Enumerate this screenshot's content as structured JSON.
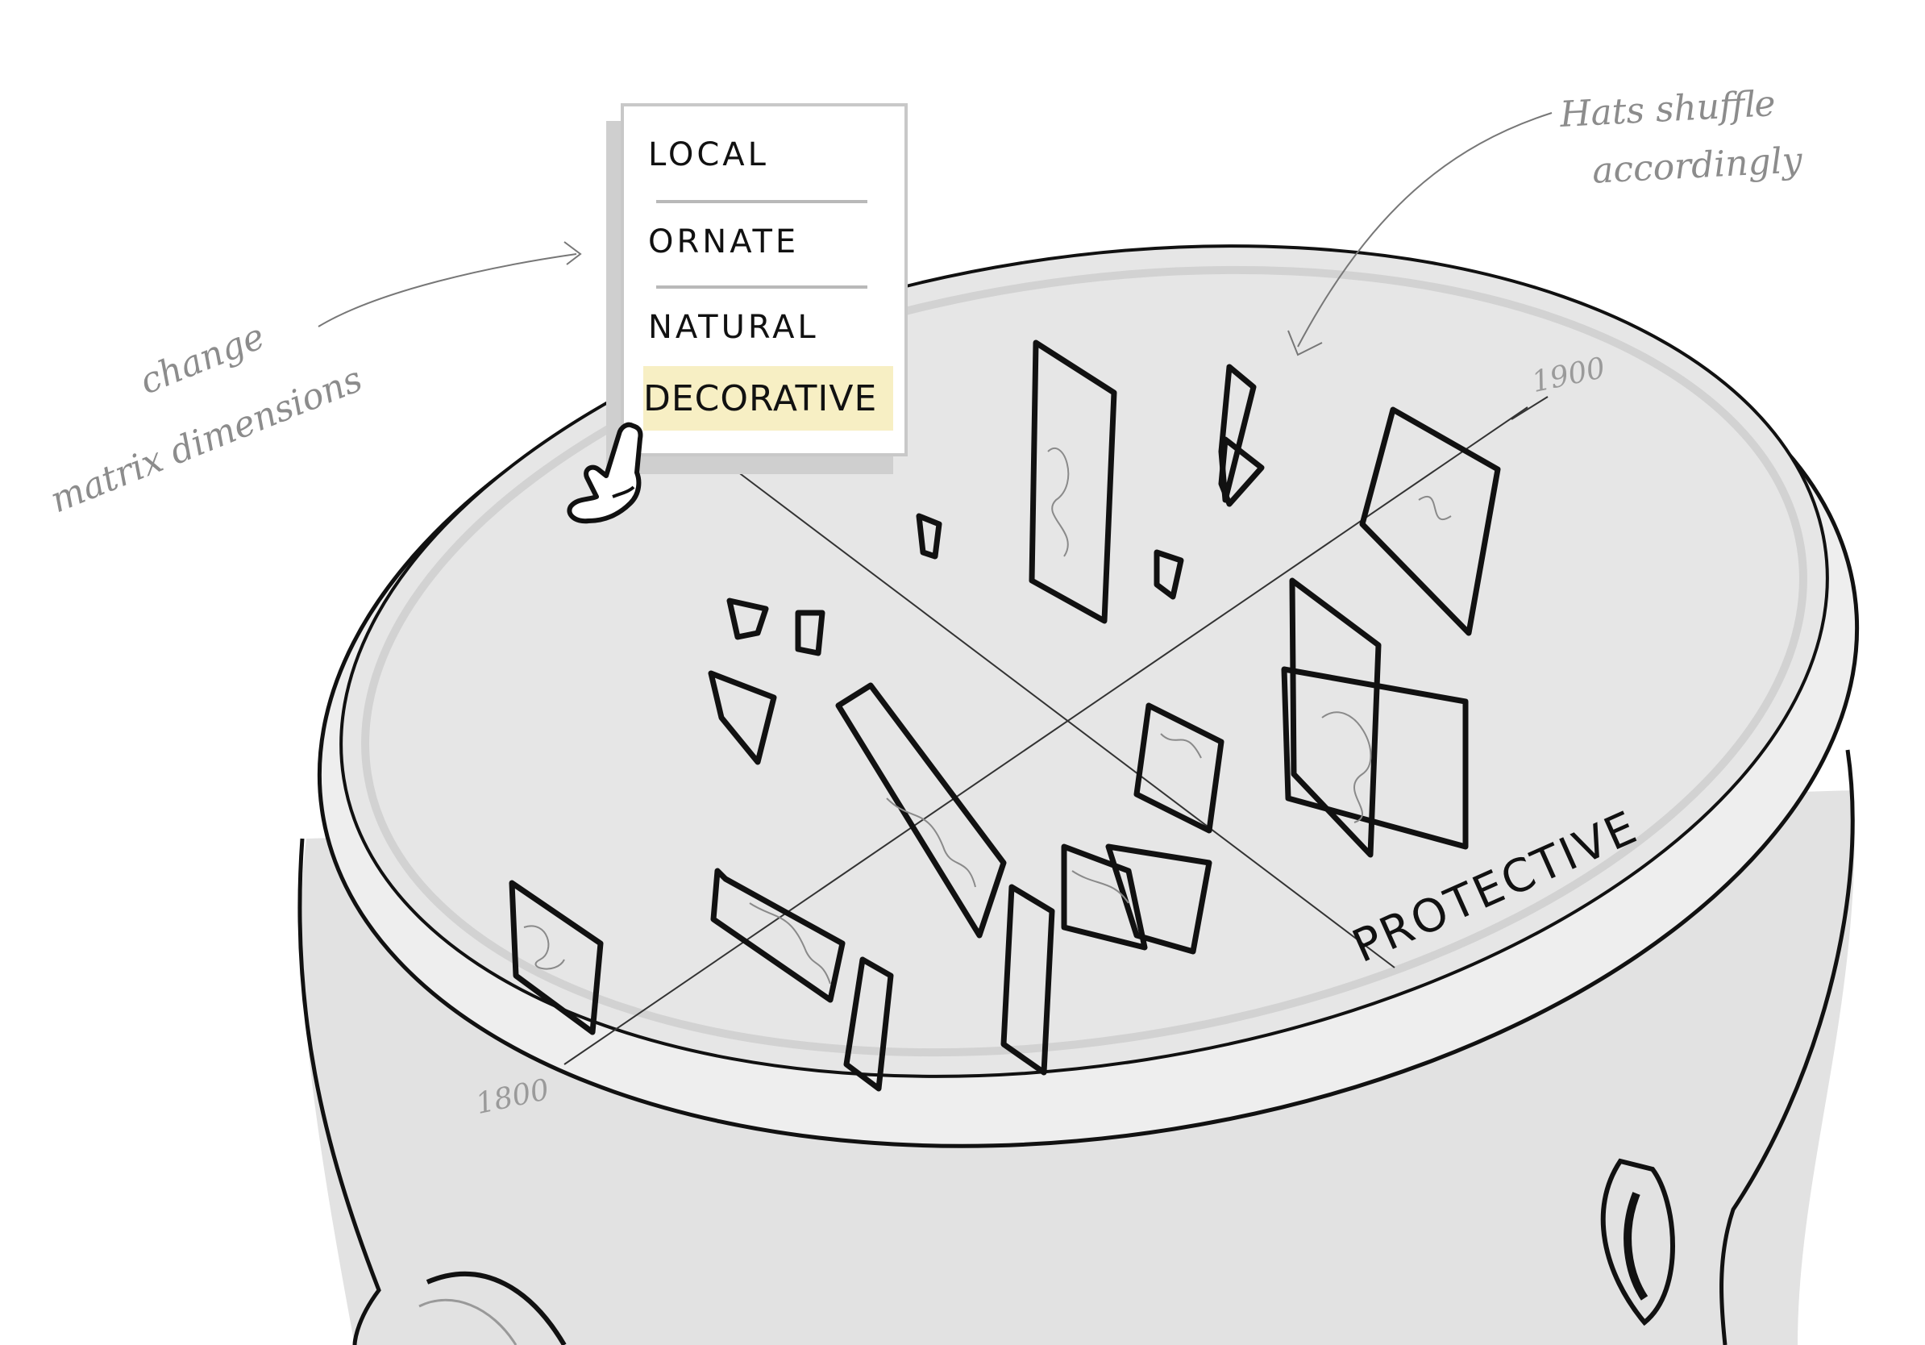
{
  "menu": {
    "items": [
      {
        "label": "LOCAL"
      },
      {
        "label": "ORNATE"
      },
      {
        "label": "NATURAL"
      },
      {
        "label": "DECORATIVE",
        "selected": true
      }
    ],
    "highlight_color": "#f7efc4"
  },
  "annotations": {
    "left_note_line1": "change",
    "left_note_line2": "matrix dimensions",
    "right_note_line1": "Hats shuffle",
    "right_note_line2": "accordingly"
  },
  "axes": {
    "x_start_label": "1800",
    "x_end_label": "1900",
    "y_axis_label": "PROTECTIVE"
  },
  "icons": {
    "cursor": "pointing-hand-icon"
  }
}
